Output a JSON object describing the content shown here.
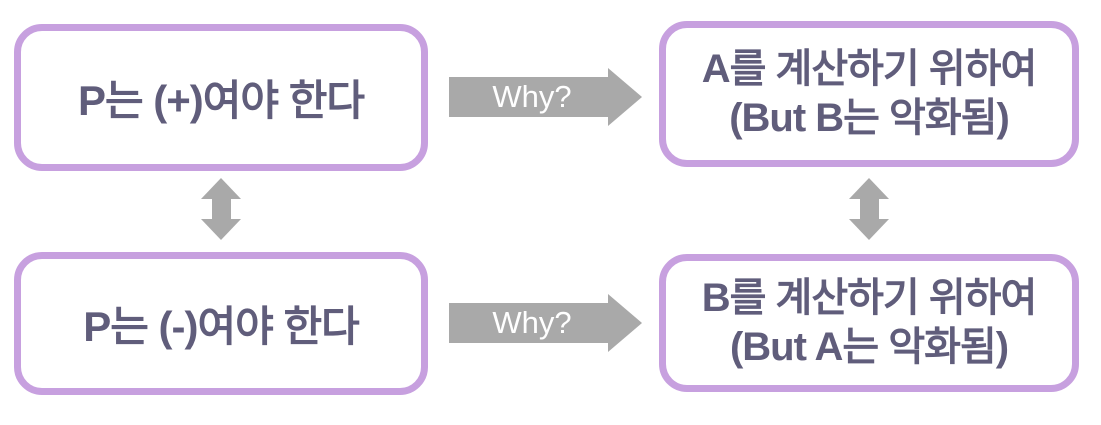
{
  "diagram": {
    "colors": {
      "background": "#ffffff",
      "box_border": "#c7a0df",
      "box_text": "#605d7b",
      "arrow_fill": "#a9a9a9",
      "arrow_label_text": "#ffffff"
    },
    "boxes": {
      "top_left": {
        "text": "P는 (+)여야 한다"
      },
      "bottom_left": {
        "text": "P는 (-)여야 한다"
      },
      "top_right": {
        "line1": "A를 계산하기 위하여",
        "line2": "(But B는 악화됨)"
      },
      "bottom_right": {
        "line1": "B를 계산하기 위하여",
        "line2": "(But A는 악화됨)"
      }
    },
    "arrows": {
      "top_why_label": "Why?",
      "bottom_why_label": "Why?"
    }
  }
}
